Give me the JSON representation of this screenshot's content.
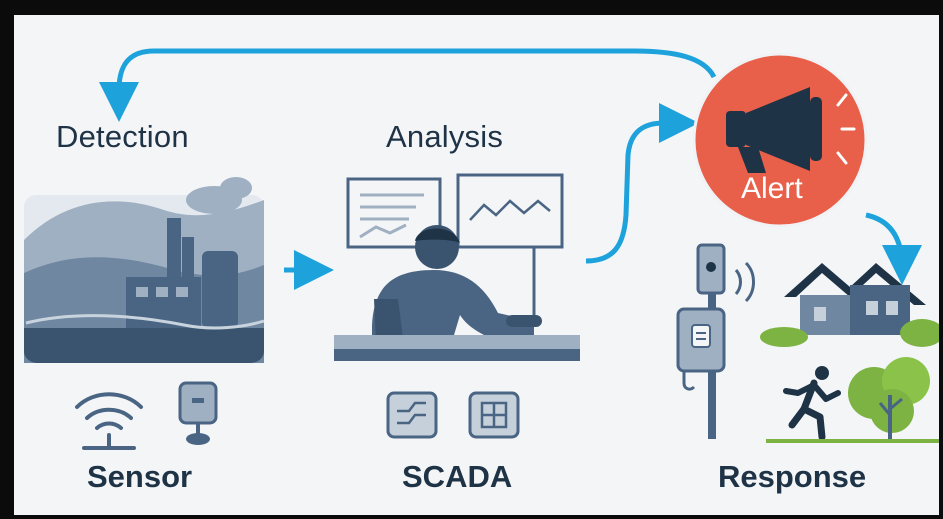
{
  "stages": {
    "detection": {
      "title": "Detection",
      "device_label": "Sensor"
    },
    "analysis": {
      "title": "Analysis",
      "device_label": "SCADA"
    },
    "alert": {
      "label": "Alert"
    },
    "response": {
      "label": "Response"
    }
  },
  "colors": {
    "frame_border": "#0b0b0b",
    "background": "#f4f5f7",
    "flow_arrow": "#1ea2dc",
    "alert_circle": "#e8604a",
    "slate": "#4a6584",
    "slate_light": "#9fb0c2",
    "text_dark": "#1f3347",
    "tree_green": "#7cb342"
  },
  "icons": [
    "factory-scene-icon",
    "wifi-sensor-icon",
    "sensor-box-icon",
    "operator-workstation-icon",
    "chart-panel-icon",
    "grid-panel-icon",
    "megaphone-icon",
    "pole-sensor-icon",
    "house-icon",
    "running-person-icon",
    "tree-icon",
    "flow-arrow-icon"
  ]
}
